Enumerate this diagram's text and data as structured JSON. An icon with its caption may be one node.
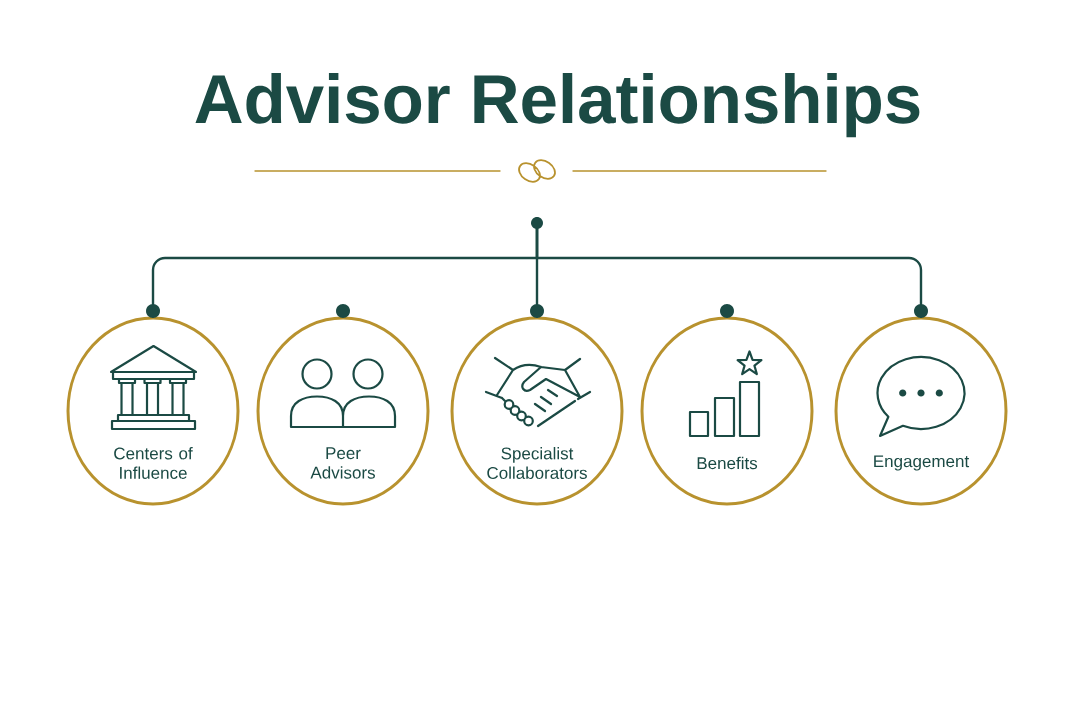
{
  "diagram": {
    "title": "Advisor Relationships",
    "nodes": [
      {
        "text": [],
        "shape": "circle"
      },
      {
        "text": [
          "Centers of Influence"
        ]
      },
      {
        "text": [
          "Peer Advisors"
        ]
      },
      {
        "text": [
          "Specialist Collaborators"
        ]
      },
      {
        "text": [
          "Benefits"
        ]
      },
      {
        "text": [
          "Engagement"
        ]
      }
    ],
    "edges": [
      {
        "from": 0,
        "to": 1,
        "arrow": "other"
      },
      {
        "from": 0,
        "to": 3,
        "arrow": "other"
      },
      {
        "from": 0,
        "to": 5,
        "arrow": "other"
      }
    ]
  }
}
